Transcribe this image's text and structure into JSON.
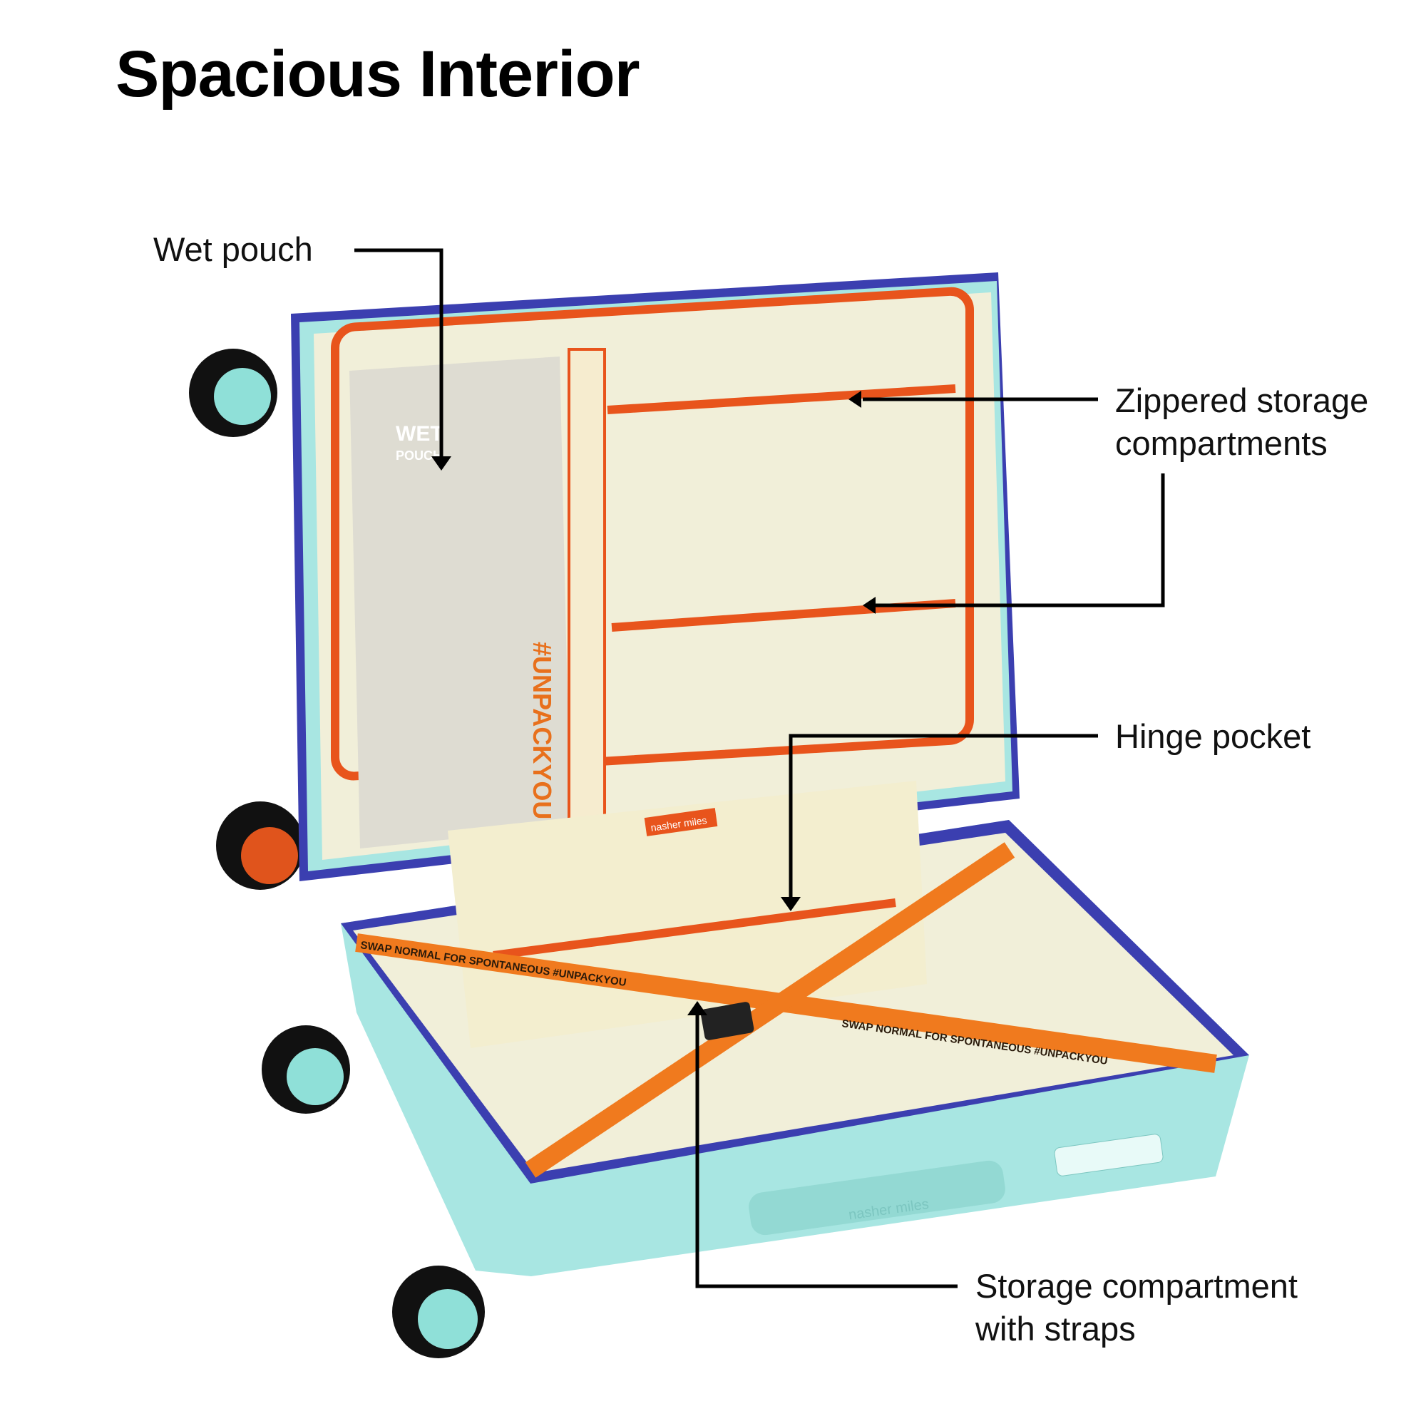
{
  "title": "Spacious Interior",
  "callouts": {
    "wet_pouch": "Wet pouch",
    "zippered_line1": "Zippered storage",
    "zippered_line2": "compartments",
    "hinge_pocket": "Hinge pocket",
    "storage_line1": "Storage compartment",
    "storage_line2": "with straps"
  },
  "product_print": {
    "wet_pouch_tag_line1": "WET",
    "wet_pouch_tag_line2": "POUCH",
    "hashtag": "#UNPACKYOU",
    "strap_text": "SWAP NORMAL FOR SPONTANEOUS #UNPACKYOU",
    "brand": "nasher miles"
  },
  "colors": {
    "shell": "#a8e6e2",
    "trim": "#3b3fb0",
    "lining": "#f1efd9",
    "zipper": "#e8541c",
    "strap": "#f07a1e"
  }
}
